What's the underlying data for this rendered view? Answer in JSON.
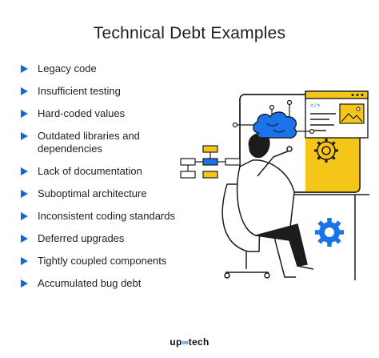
{
  "title": "Technical Debt Examples",
  "bullet_color": "#1c66c6",
  "items": [
    "Legacy code",
    "Insufficient testing",
    "Hard-coded values",
    "Outdated libraries and dependencies",
    "Lack of documentation",
    "Suboptimal architecture",
    "Inconsistent coding standards",
    "Deferred upgrades",
    "Tightly coupled components",
    "Accumulated bug debt"
  ],
  "illustration": {
    "code_tag": "</>",
    "accent_yellow": "#f5c518",
    "accent_blue": "#1a73e8"
  },
  "logo": {
    "left": "up",
    "right": "tech"
  }
}
